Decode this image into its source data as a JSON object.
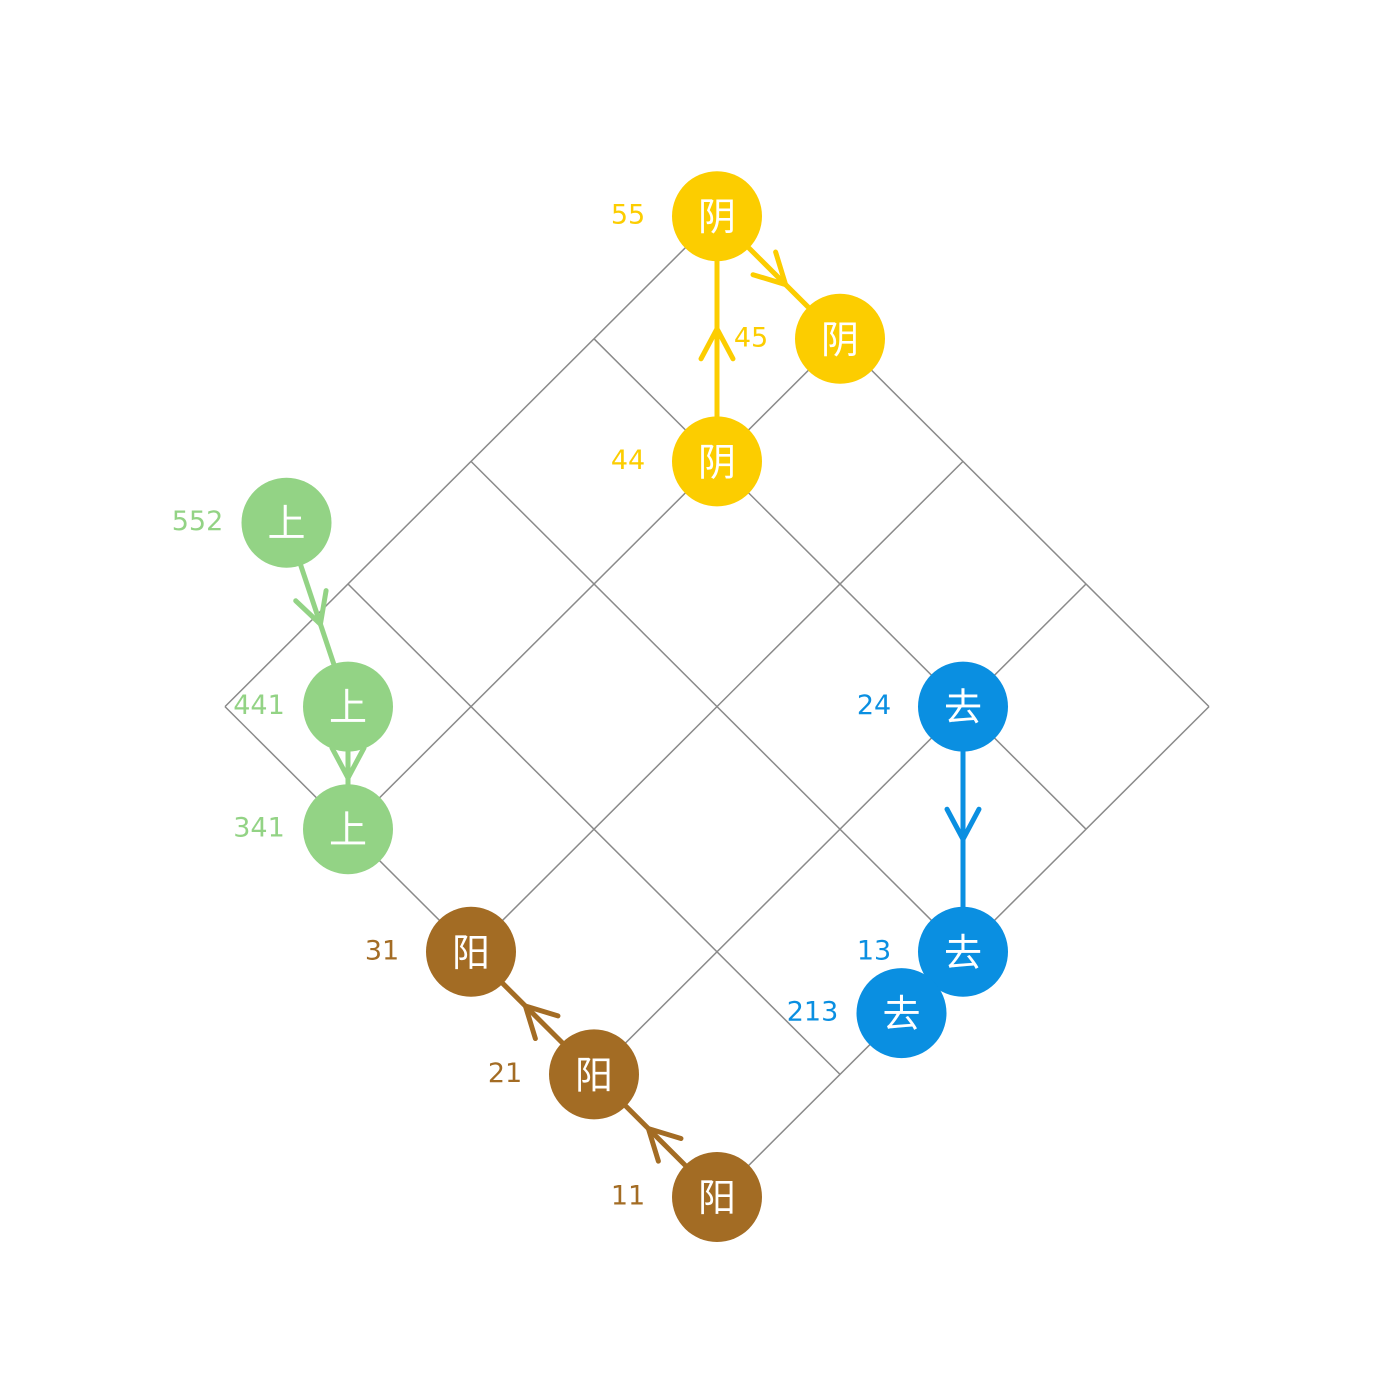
{
  "tones": [
    {
      "id": "yin-ping",
      "color": "#fccd00",
      "nodes": [
        {
          "number": "44",
          "char": "阴",
          "grid": [
            4,
            4
          ]
        },
        {
          "number": "55",
          "char": "阴",
          "grid": [
            5,
            5
          ]
        },
        {
          "number": "45",
          "char": "阴",
          "grid": [
            4,
            5
          ]
        }
      ]
    },
    {
      "id": "yang-ping",
      "color": "#a36c24",
      "nodes": [
        {
          "number": "11",
          "char": "阳",
          "grid": [
            1,
            1
          ]
        },
        {
          "number": "21",
          "char": "阳",
          "grid": [
            2,
            1
          ]
        },
        {
          "number": "31",
          "char": "阳",
          "grid": [
            3,
            1
          ]
        }
      ]
    },
    {
      "id": "shang",
      "color": "#93d385",
      "nodes": [
        {
          "number": "552",
          "char": "上",
          "grid": [
            5.5,
            2
          ]
        },
        {
          "number": "441",
          "char": "上",
          "grid": [
            4.5,
            1.5
          ]
        },
        {
          "number": "341",
          "char": "上",
          "grid": [
            4,
            1
          ]
        }
      ]
    },
    {
      "id": "qu",
      "color": "#0a8fe1",
      "nodes": [
        {
          "number": "24",
          "char": "去",
          "grid": [
            2,
            4
          ]
        },
        {
          "number": "13",
          "char": "去",
          "grid": [
            1,
            3
          ]
        },
        {
          "number": "213",
          "char": "去",
          "grid": [
            1,
            2.5
          ]
        }
      ]
    }
  ]
}
